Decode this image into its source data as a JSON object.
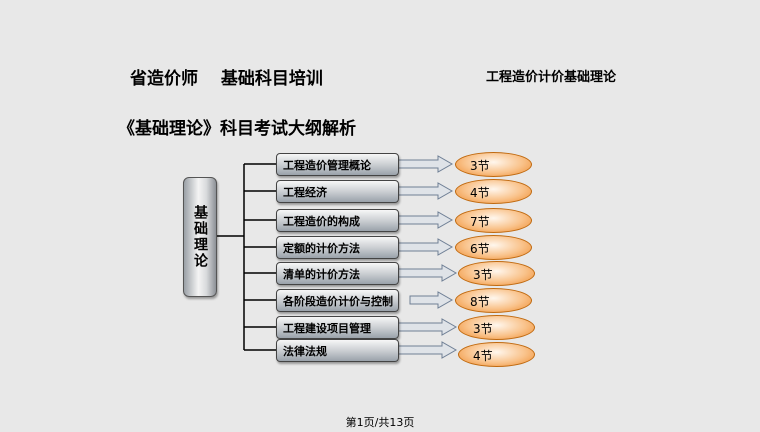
{
  "header": {
    "title_left": "省造价师　 基础科目培训",
    "title_right": "工程造价计价基础理论"
  },
  "subtitle": "《基础理论》科目考试大纲解析",
  "root": {
    "label": "基础理论"
  },
  "topics": [
    {
      "label": "工程造价管理概论",
      "sections": "3节"
    },
    {
      "label": "工程经济",
      "sections": "4节"
    },
    {
      "label": "工程造价的构成",
      "sections": "7节"
    },
    {
      "label": "定额的计价方法",
      "sections": "6节"
    },
    {
      "label": "清单的计价方法",
      "sections": "3节"
    },
    {
      "label": "各阶段造价计价与控制",
      "sections": "8节"
    },
    {
      "label": "工程建设项目管理",
      "sections": "3节"
    },
    {
      "label": "法律法规",
      "sections": "4节"
    }
  ],
  "footer": {
    "page": "第1页/共13页"
  }
}
